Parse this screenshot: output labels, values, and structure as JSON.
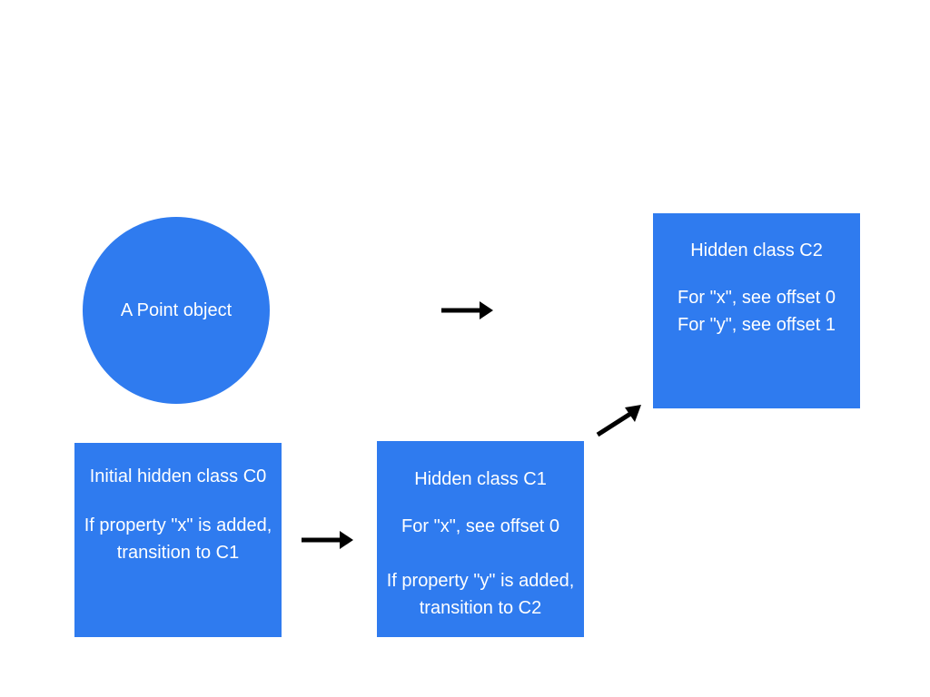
{
  "colors": {
    "node_fill": "#2f7bef",
    "node_text": "#ffffff",
    "arrow": "#000000"
  },
  "point_object": {
    "label": "A Point object"
  },
  "c0": {
    "title": "Initial hidden class C0",
    "rule_line1": "If property \"x\" is added,",
    "rule_line2": "transition to C1"
  },
  "c1": {
    "title": "Hidden class C1",
    "offset_x": "For \"x\", see offset 0",
    "rule_line1": "If property \"y\" is added,",
    "rule_line2": "transition to C2"
  },
  "c2": {
    "title": "Hidden class C2",
    "offset_x": "For \"x\", see offset 0",
    "offset_y": "For \"y\", see offset 1"
  }
}
